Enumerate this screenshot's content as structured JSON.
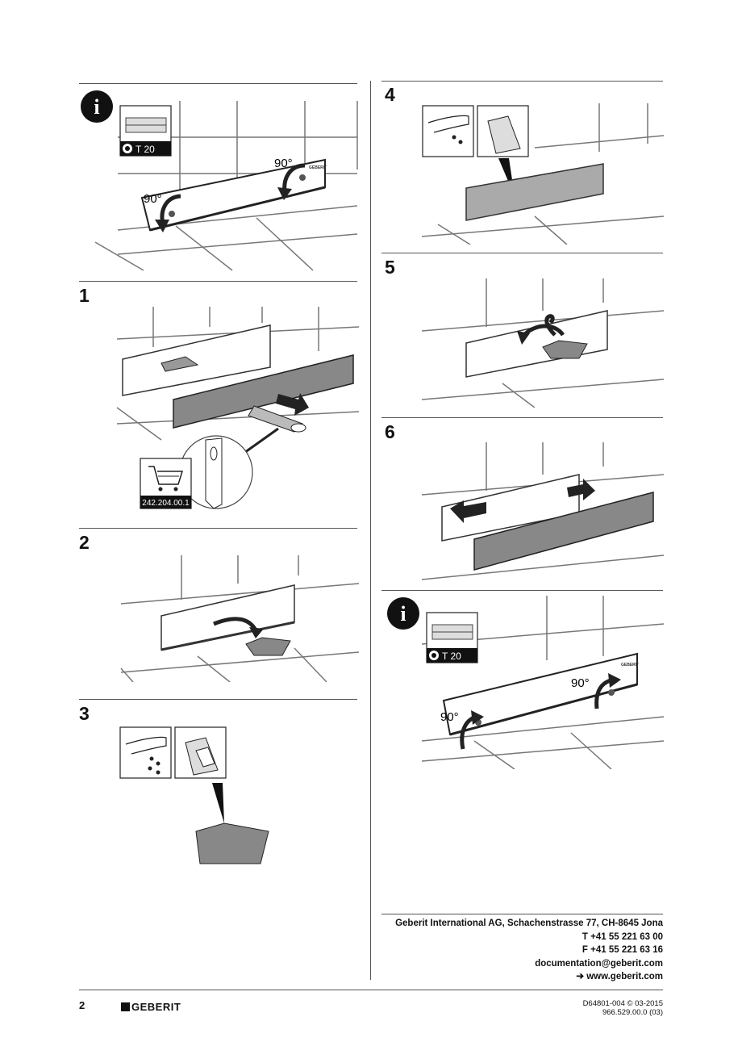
{
  "steps": [
    "1",
    "2",
    "3",
    "4",
    "5",
    "6"
  ],
  "tool_label": "T 20",
  "angle_label": "90°",
  "part_number": "242.204.00.1",
  "brand_small": "GEBERIT",
  "info_glyph": "i",
  "icons": [
    "info-icon",
    "screwdriver-icon",
    "torx-icon",
    "shopping-cart-icon",
    "water-drops-icon",
    "cleaning-cloth-icon",
    "arrow-icon"
  ],
  "footer": {
    "company": "Geberit International AG, Schachenstrasse 77, CH-8645 Jona",
    "phone": "T +41 55 221 63 00",
    "fax": "F +41 55 221 63 16",
    "email": "documentation@geberit.com",
    "web": "➔  www.geberit.com"
  },
  "page_number": "2",
  "logo_text": "GEBERIT",
  "doc_code": "D64801-004 © 03-2015",
  "doc_id": "966.529.00.0 (03)"
}
